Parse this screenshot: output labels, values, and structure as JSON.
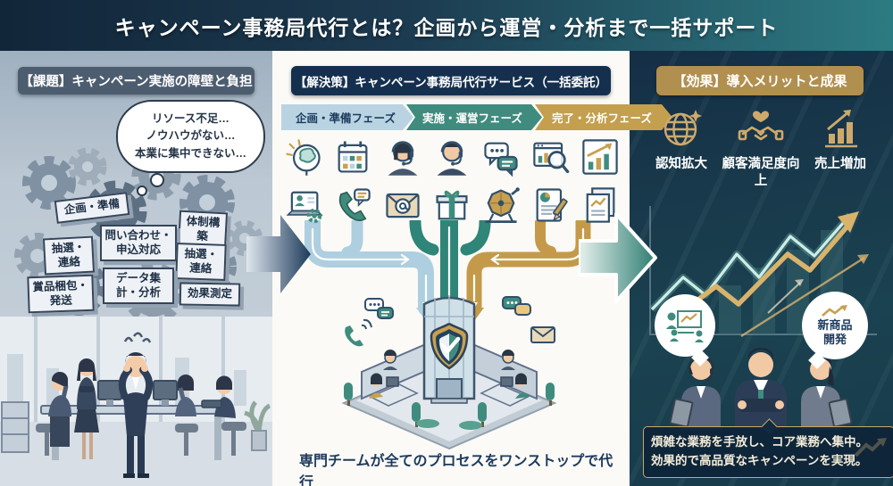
{
  "banner": {
    "title": "キャンペーン事務局代行とは？企画から運営・分析まで一括サポート"
  },
  "problem_panel": {
    "header": "【課題】キャンペーン実施の障壁と負担",
    "thought_bubble_lines": [
      "リソース不足…",
      "ノウハウがない…",
      "本業に集中できない…"
    ],
    "task_boxes": [
      "企画・準備",
      "体制構築",
      "問い合わせ・申込対応",
      "抽選・連絡",
      "抽選・連絡",
      "データ集計・分析",
      "賞品梱包・発送",
      "効果測定"
    ]
  },
  "solution_panel": {
    "header": "【解決策】キャンペーン事務局代行サービス（一括委託）",
    "phases": [
      {
        "label": "企画・準備フェーズ",
        "color": "#b9d3e2"
      },
      {
        "label": "実施・運営フェーズ",
        "color": "#3f8c7f"
      },
      {
        "label": "完了・分析フェーズ",
        "color": "#c39f4e"
      }
    ],
    "icon_names_row1": [
      "idea-brain-icon",
      "calendar-icon",
      "support-agent-female-icon",
      "support-agent-male-icon",
      "chat-bubbles-icon",
      "dashboard-magnifier-icon",
      "growth-chart-icon"
    ],
    "icon_names_row2": [
      "laptop-settings-icon",
      "phone-chat-icon",
      "email-at-icon",
      "gift-box-icon",
      "lottery-wheel-icon",
      "report-pencil-icon",
      "documents-icon"
    ],
    "caption": "専門チームが全てのプロセスをワンストップで代行"
  },
  "effect_panel": {
    "header": "【効果】導入メリットと成果",
    "benefits": [
      {
        "icon": "globe-icon",
        "label": "認知拡大"
      },
      {
        "icon": "handshake-heart-icon",
        "label": "顧客満足度向上"
      },
      {
        "icon": "sales-growth-icon",
        "label": "売上増加"
      }
    ],
    "new_product_bubble_lines": [
      "新商品",
      "開発"
    ],
    "summary_lines": [
      "煩雑な業務を手放し、コア業務へ集中。",
      "効果的で高品質なキャンペーンを実現。"
    ]
  },
  "colors": {
    "banner_navy": "#122639",
    "banner_teal": "#2d7b82",
    "accent_gold": "#b18f4e",
    "accent_teal": "#3f8c7f",
    "accent_lightblue": "#b9d3e2",
    "navy_text": "#1d3a5c",
    "problem_bg": "#bcc8d3",
    "effect_bg": "#16334b"
  }
}
